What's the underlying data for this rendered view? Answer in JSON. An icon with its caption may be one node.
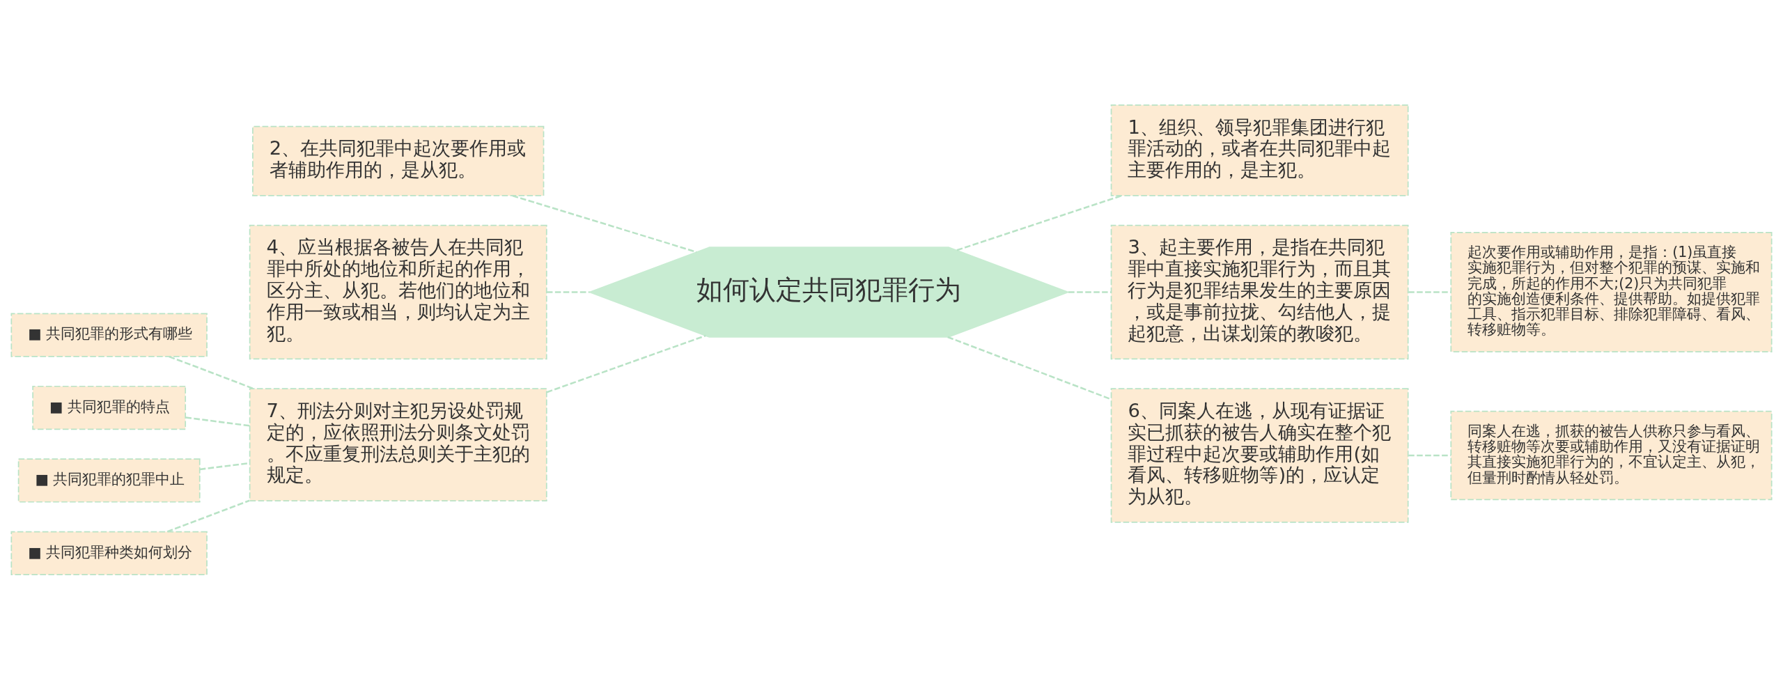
{
  "diagram": {
    "nodes": [
      {
        "text": [
          "如何认定共同犯罪行为"
        ]
      },
      {
        "text": [
          "2、在共同犯罪中起次要作用或者辅助作用的，是从犯。"
        ]
      },
      {
        "text": [
          "4、应当根据各被告人在共同犯罪中所处的地位和所起的作用，区分主、从犯。若他们的地位和作用一致或相当，则均认定为主犯。"
        ]
      },
      {
        "text": [
          "7、刑法分则对主犯另设处罚规定的，应依照刑法分则条文处罚。不应重复刑法总则关于主犯的规定。"
        ]
      },
      {
        "text": [
          "■ 共同犯罪的形式有哪些"
        ]
      },
      {
        "text": [
          "■ 共同犯罪的特点"
        ]
      },
      {
        "text": [
          "■ 共同犯罪的犯罪中止"
        ]
      },
      {
        "text": [
          "■ 共同犯罪种类如何划分"
        ]
      },
      {
        "text": [
          "1、组织、领导犯罪集团进行犯罪活动的，或者在共同犯罪中起主要作用的，是主犯。"
        ]
      },
      {
        "text": [
          "3、起主要作用，是指在共同犯罪中直接实施犯罪行为，而且其行为是犯罪结果发生的主要原因，或是事前拉拢、勾结他人，提起犯意，出谋划策的教唆犯。"
        ]
      },
      {
        "text": [
          "6、同案人在逃，从现有证据证实已抓获的被告人确实在整个犯罪过程中起次要或辅助作用(如看风、转移赃物等)的，应认定为从犯。"
        ]
      },
      {
        "text": [
          "起次要作用或辅助作用，是指：(1)虽直接实施犯罪行为，但对整个犯罪的预谋、实施和完成，所起的作用不大;(2)只为共同犯罪的实施创造便利条件、提供帮助。如提供犯罪工具、指示犯罪目标、排除犯罪障碍、看风、转移赃物等。"
        ]
      },
      {
        "text": [
          "同案人在逃，抓获的被告人供称只参与看风、转移赃物等次要或辅助作用，又没有证据证明其直接实施犯罪行为的，不宜认定主、从犯，但量刑时酌情从轻处罚。"
        ]
      }
    ],
    "edges": [
      {
        "from": 4,
        "to": 3,
        "arrow": "none",
        "style": "dashed"
      },
      {
        "from": 5,
        "to": 3,
        "arrow": "none",
        "style": "dashed"
      },
      {
        "from": 6,
        "to": 3,
        "arrow": "none",
        "style": "dashed"
      },
      {
        "from": 7,
        "to": 3,
        "arrow": "none",
        "style": "dashed"
      },
      {
        "from": 1,
        "to": 0,
        "arrow": "none",
        "style": "dashed"
      },
      {
        "from": 2,
        "to": 0,
        "arrow": "none",
        "style": "dashed"
      },
      {
        "from": 3,
        "to": 0,
        "arrow": "none",
        "style": "dashed"
      },
      {
        "from": 0,
        "to": 8,
        "arrow": "none",
        "style": "dashed"
      },
      {
        "from": 0,
        "to": 9,
        "arrow": "none",
        "style": "dashed"
      },
      {
        "from": 0,
        "to": 10,
        "arrow": "none",
        "style": "dashed"
      },
      {
        "from": 9,
        "to": 11,
        "arrow": "none",
        "style": "dashed"
      },
      {
        "from": 10,
        "to": 12,
        "arrow": "none",
        "style": "dashed"
      }
    ]
  }
}
